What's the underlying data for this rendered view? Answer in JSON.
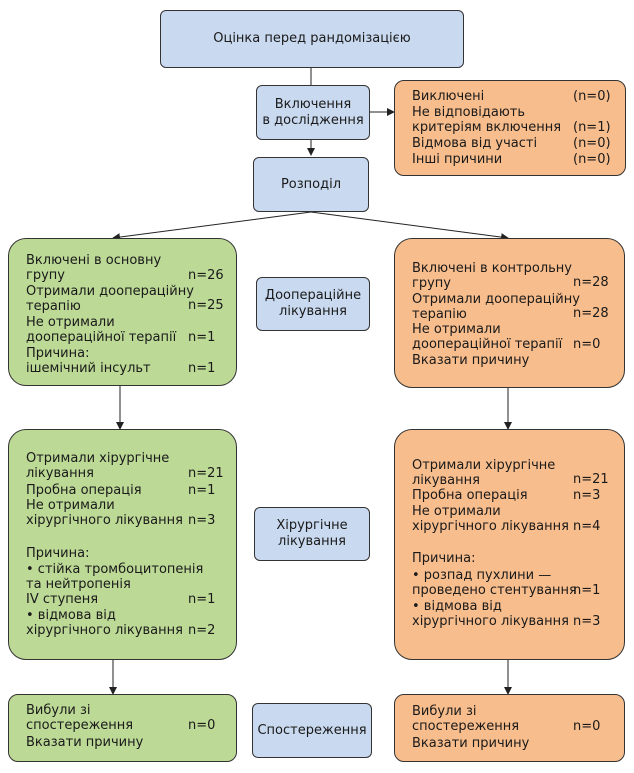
{
  "assessment": "Оцінка перед рандомізацією",
  "inclusion": "Включення\nв дослідження",
  "distribution": "Розподіл",
  "preop": "Доопераційне\nлікування",
  "surgical": "Хірургічне\nлікування",
  "followup": "Спостереження",
  "excluded": {
    "rows": [
      {
        "label": "Виключені",
        "value": "(n=0)"
      },
      {
        "label": "Не відповідають\nкритеріям включення",
        "value": "(n=1)"
      },
      {
        "label": "Відмова від участі",
        "value": "(n=0)"
      },
      {
        "label": "Інші причини",
        "value": "(n=0)"
      }
    ]
  },
  "left_preop": {
    "rows": [
      {
        "label": "Включені в основну\nгрупу",
        "value": "n=26"
      },
      {
        "label": "Отримали доопераційну\nтерапію",
        "value": "n=25"
      },
      {
        "label": "Не отримали\nдоопераційної терапії",
        "value": "n=1"
      },
      {
        "label": "Причина:\nішемічний інсульт",
        "value": "n=1"
      }
    ]
  },
  "right_preop": {
    "rows": [
      {
        "label": "Включені в контрольну\nгрупу",
        "value": "n=28"
      },
      {
        "label": "Отримали доопераційну\nтерапію",
        "value": "n=28"
      },
      {
        "label": "Не отримали\nдоопераційної терапії",
        "value": "n=0"
      },
      {
        "label": "Вказати причину",
        "value": ""
      }
    ]
  },
  "left_surg": {
    "rows": [
      {
        "label": "Отримали хірургічне\nлікування",
        "value": "n=21"
      },
      {
        "label": "Пробна операція",
        "value": "n=1"
      },
      {
        "label": "Не отримали\nхірургічного лікування",
        "value": "n=3"
      },
      {
        "label": "Причина:",
        "value": ""
      },
      {
        "label": "• стійка тромбоцитопенія\nта нейтропенія\nIV ступеня",
        "value": "n=1"
      },
      {
        "label": "• відмова від\nхірургічного лікування",
        "value": "n=2"
      }
    ]
  },
  "right_surg": {
    "rows": [
      {
        "label": "Отримали хірургічне\nлікування",
        "value": "n=21"
      },
      {
        "label": "Пробна операція",
        "value": "n=3"
      },
      {
        "label": "Не отримали\nхірургічного лікування",
        "value": "n=4"
      },
      {
        "label": "Причина:",
        "value": ""
      },
      {
        "label": "• розпад пухлини —\nпроведено стентування",
        "value": "n=1"
      },
      {
        "label": "• відмова від\nхірургічного лікування",
        "value": "n=3"
      }
    ]
  },
  "left_follow": {
    "rows": [
      {
        "label": "Вибули зі\nспостереження",
        "value": "n=0"
      },
      {
        "label": "Вказати причину",
        "value": ""
      }
    ]
  },
  "right_follow": {
    "rows": [
      {
        "label": "Вибули зі\nспостереження",
        "value": "n=0"
      },
      {
        "label": "Вказати причину",
        "value": ""
      }
    ]
  }
}
